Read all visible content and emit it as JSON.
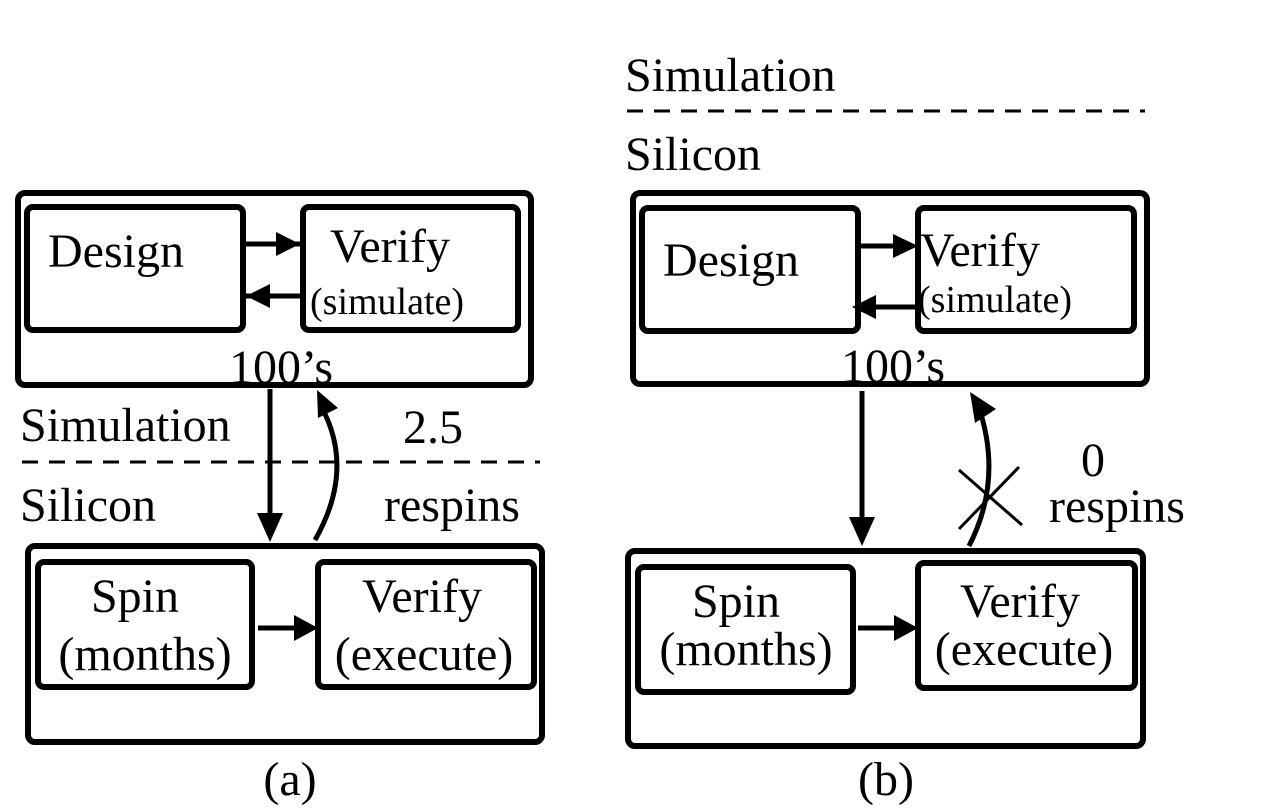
{
  "panel_a": {
    "caption": "(a)",
    "top_block": {
      "design": "Design",
      "verify_line1": "Verify",
      "verify_line2": "(simulate)",
      "count": "100’s"
    },
    "boundary": {
      "above": "Simulation",
      "below": "Silicon"
    },
    "respin_value": "2.5",
    "respin_label": "respins",
    "bottom_block": {
      "spin_line1": "Spin",
      "spin_line2": "(months)",
      "verify_line1": "Verify",
      "verify_line2": "(execute)"
    }
  },
  "panel_b": {
    "caption": "(b)",
    "boundary": {
      "above": "Simulation",
      "below": "Silicon"
    },
    "top_block": {
      "design": "Design",
      "verify_line1": "Verify",
      "verify_line2": "(simulate)",
      "count": "100’s"
    },
    "respin_value": "0",
    "respin_label": "respins",
    "bottom_block": {
      "spin_line1": "Spin",
      "spin_line2": "(months)",
      "verify_line1": "Verify",
      "verify_line2": "(execute)"
    }
  }
}
